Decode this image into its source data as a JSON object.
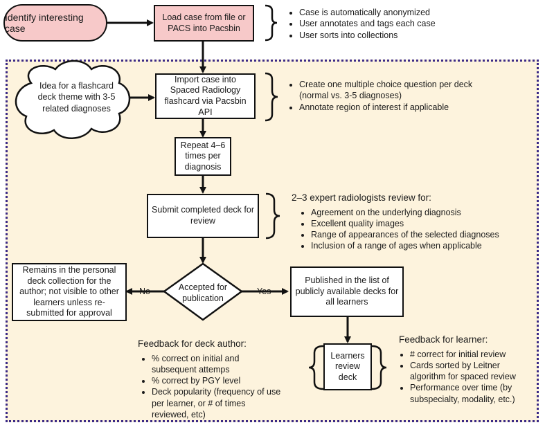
{
  "start": {
    "label": "Identify interesting case"
  },
  "load_box": {
    "label": "Load case from file or PACS into Pacsbin"
  },
  "load_notes": [
    "Case is automatically anonymized",
    "User annotates and tags each case",
    "User sorts into collections"
  ],
  "cloud": {
    "label": "Idea for a flashcard deck theme with 3-5 related diagnoses"
  },
  "import_box": {
    "label": "Import case into Spaced Radiology flashcard via Pacsbin API"
  },
  "import_notes": [
    "Create one multiple choice question per deck (normal vs. 3-5 diagnoses)",
    "Annotate region of interest if applicable"
  ],
  "repeat_box": {
    "label": "Repeat 4–6 times per diagnosis"
  },
  "submit_box": {
    "label": "Submit completed deck for review"
  },
  "review_notes": {
    "heading": "2–3 expert radiologists review for:",
    "items": [
      "Agreement on the underlying diagnosis",
      "Excellent quality images",
      "Range of appearances of the selected diagnoses",
      "Inclusion of a range of ages when applicable"
    ]
  },
  "decision": {
    "label": "Accepted for publication",
    "no_label": "No",
    "yes_label": "Yes"
  },
  "remain_box": {
    "label": "Remains in the personal deck collection for the author; not visible to other learners unless re-submitted for approval"
  },
  "published_box": {
    "label": "Published in the list of publicly available decks for all learners"
  },
  "learners_box": {
    "label": "Learners review deck"
  },
  "author_feedback": {
    "heading": "Feedback for deck author:",
    "items": [
      "% correct on initial and subsequent attemps",
      "% correct by PGY level",
      "Deck popularity (frequency of use per learner, or # of times reviewed, etc)"
    ]
  },
  "learner_feedback": {
    "heading": "Feedback for learner:",
    "items": [
      "# correct for initial review",
      "Cards sorted by Leitner algorithm for spaced review",
      "Performance over time (by subspecialty, modality, etc.)"
    ]
  },
  "colors": {
    "pink": "#f7c9c9",
    "region": "#fdf3dd",
    "border_dots": "#3b2a86"
  }
}
